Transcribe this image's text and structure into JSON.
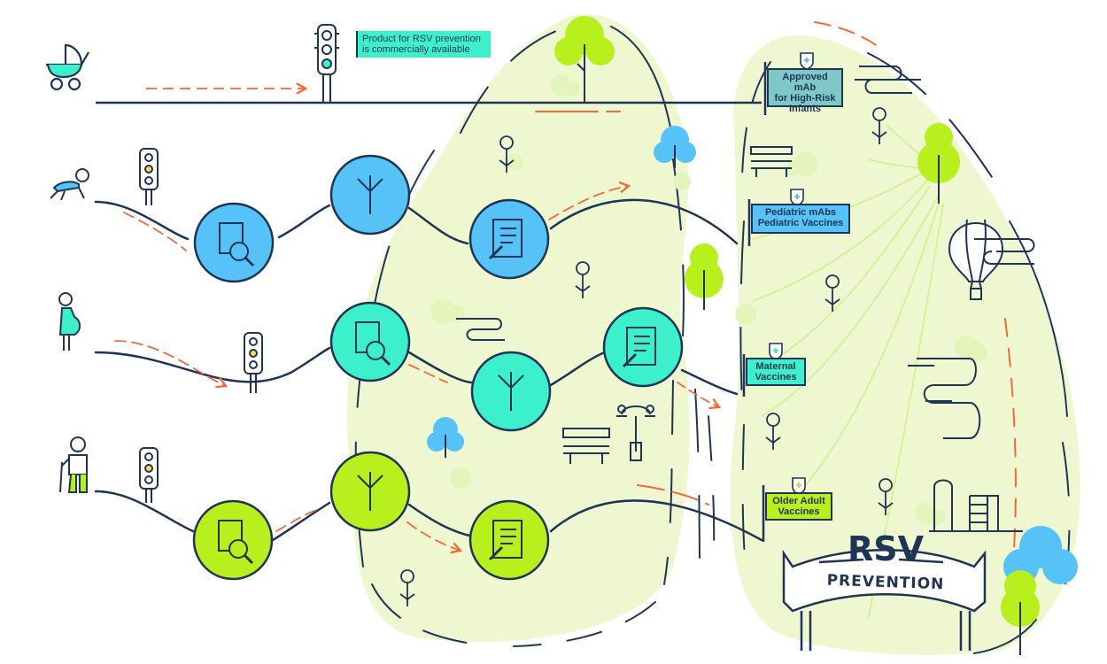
{
  "callout": {
    "text": "Product for RSV prevention\nis commercially available"
  },
  "goals": [
    {
      "id": "infants",
      "text": "Approved mAb\nfor High-Risk\nInfants",
      "color": "#7ec8c8"
    },
    {
      "id": "pediatric",
      "text": "Pediatric mAbs\nPediatric Vaccines",
      "color": "#56c2f7"
    },
    {
      "id": "maternal",
      "text": "Maternal\nVaccines",
      "color": "#3df0cc"
    },
    {
      "id": "older",
      "text": "Older Adult\nVaccines",
      "color": "#b8f01e"
    }
  ],
  "sign": {
    "title": "RSV",
    "subtitle": "PREVENTION"
  },
  "colors": {
    "navy": "#1e3556",
    "park": "#eef7cf",
    "lime": "#b8f01e",
    "blue": "#56c2f7",
    "teal": "#3df0cc",
    "orange": "#f26a3a",
    "cloud": "#e3f5bb"
  },
  "icons": [
    "stroller-icon",
    "crawling-baby-icon",
    "pregnant-woman-icon",
    "elderly-man-icon",
    "traffic-light-icon",
    "document-search-icon",
    "path-choice-icon",
    "clipboard-icon",
    "tree-icon",
    "flower-icon",
    "bench-icon",
    "lamp-post-icon",
    "hot-air-balloon-icon",
    "slide-icon",
    "pond-icon",
    "cloud-icon",
    "shield-plus-icon"
  ]
}
